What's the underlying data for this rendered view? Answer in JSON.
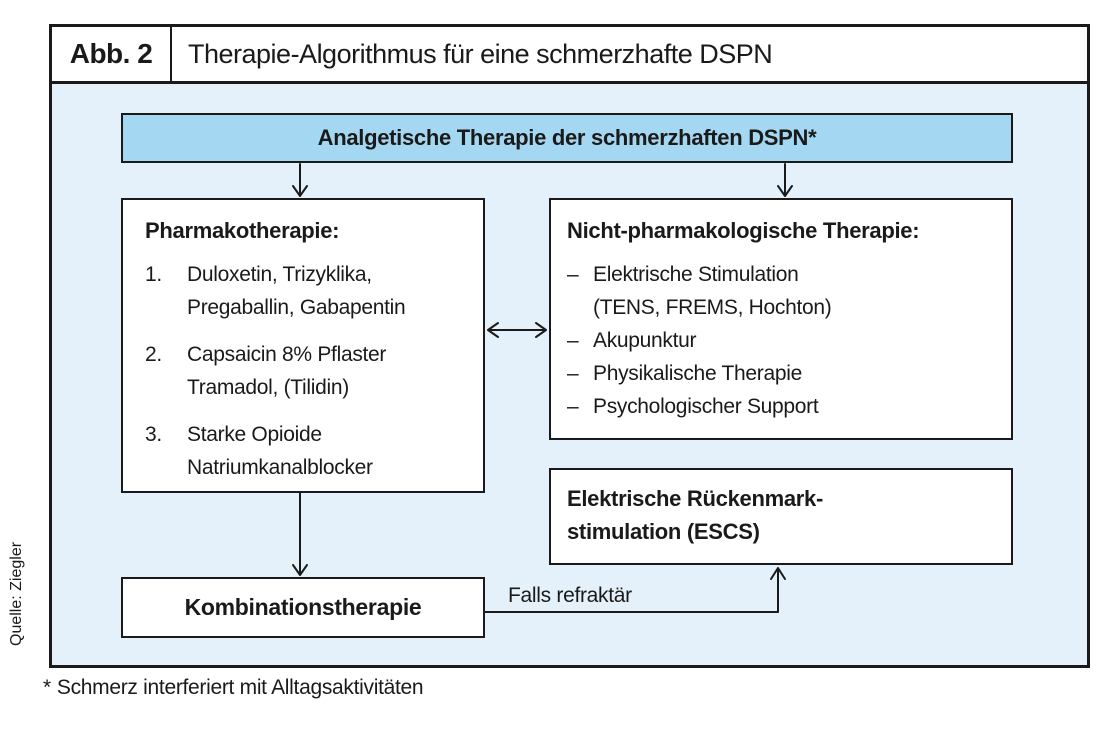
{
  "header": {
    "label": "Abb. 2",
    "title": "Therapie-Algorithmus für eine schmerzhafte DSPN"
  },
  "root_box": {
    "label": "Analgetische Therapie der schmerzhaften DSPN*"
  },
  "pharma_box": {
    "heading": "Pharmakotherapie:",
    "items": [
      {
        "num": "1.",
        "line1": "Duloxetin, Trizyklika,",
        "line2": "Pregaballin, Gabapentin"
      },
      {
        "num": "2.",
        "line1": "Capsaicin 8% Pflaster",
        "line2": "Tramadol, (Tilidin)"
      },
      {
        "num": "3.",
        "line1": "Starke Opioide",
        "line2": "Natriumkanalblocker"
      }
    ]
  },
  "nonpharma_box": {
    "heading": "Nicht-pharmakologische Therapie:",
    "items": [
      {
        "dash": "–",
        "line1": "Elektrische Stimulation",
        "line2": "(TENS, FREMS, Hochton)"
      },
      {
        "dash": "–",
        "line1": "Akupunktur"
      },
      {
        "dash": "–",
        "line1": "Physikalische Therapie"
      },
      {
        "dash": "–",
        "line1": "Psychologischer Support"
      }
    ]
  },
  "escs_box": {
    "line1": "Elektrische Rückenmark-",
    "line2": "stimulation (ESCS)"
  },
  "kombi_box": {
    "label": "Kombinationstherapie"
  },
  "connector": {
    "label": "Falls refraktär"
  },
  "source": {
    "label": "Quelle: Ziegler"
  },
  "footnote": {
    "marker": "*",
    "text": "Schmerz interferiert mit Alltagsaktivitäten"
  },
  "colors": {
    "highlight_fill": "#a4d7f1",
    "panel_fill": "#e4f1fa",
    "box_fill": "#ffffff",
    "line": "#1a1a1a",
    "text": "#1a1a1a"
  }
}
